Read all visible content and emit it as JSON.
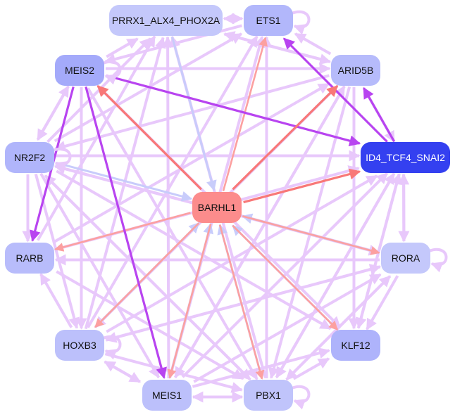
{
  "diagram": {
    "type": "gene-regulatory-network",
    "center_node": "BARHL1",
    "nodes": [
      {
        "id": "PRRX1_ALX4_PHOX2A",
        "label": "PRRX1_ALX4_PHOX2A",
        "fill": "#c4c8fb",
        "text": "#111111",
        "self_loop": false
      },
      {
        "id": "ETS1",
        "label": "ETS1",
        "fill": "#b2b7fb",
        "text": "#111111",
        "self_loop": true
      },
      {
        "id": "MEIS2",
        "label": "MEIS2",
        "fill": "#a4aafa",
        "text": "#111111",
        "self_loop": true
      },
      {
        "id": "ARID5B",
        "label": "ARID5B",
        "fill": "#b6bbfb",
        "text": "#111111",
        "self_loop": false
      },
      {
        "id": "NR2F2",
        "label": "NR2F2",
        "fill": "#b0b5fb",
        "text": "#111111",
        "self_loop": true
      },
      {
        "id": "ID4_TCF4_SNAI2",
        "label": "ID4_TCF4_SNAI2",
        "fill": "#3440f0",
        "text": "#ffffff",
        "self_loop": false
      },
      {
        "id": "BARHL1",
        "label": "BARHL1",
        "fill": "#fc8c8c",
        "text": "#111111",
        "self_loop": false
      },
      {
        "id": "RARB",
        "label": "RARB",
        "fill": "#b8bcfb",
        "text": "#111111",
        "self_loop": false
      },
      {
        "id": "RORA",
        "label": "RORA",
        "fill": "#c4c8fb",
        "text": "#111111",
        "self_loop": true
      },
      {
        "id": "HOXB3",
        "label": "HOXB3",
        "fill": "#bcc0fb",
        "text": "#111111",
        "self_loop": true
      },
      {
        "id": "KLF12",
        "label": "KLF12",
        "fill": "#aeb3fb",
        "text": "#111111",
        "self_loop": false
      },
      {
        "id": "MEIS1",
        "label": "MEIS1",
        "fill": "#bcc0fb",
        "text": "#111111",
        "self_loop": false
      },
      {
        "id": "PBX1",
        "label": "PBX1",
        "fill": "#c0c4fb",
        "text": "#111111",
        "self_loop": true
      }
    ],
    "edge_colors": {
      "light": "#e8c8fb",
      "strong": "#b844f0",
      "red": "#f87878",
      "salmon": "#fca0a0",
      "blue": "#c8ccfb"
    },
    "edges": [
      {
        "from": "BARHL1",
        "to": "ID4_TCF4_SNAI2",
        "kind": "red"
      },
      {
        "from": "BARHL1",
        "to": "ARID5B",
        "kind": "red"
      },
      {
        "from": "BARHL1",
        "to": "ETS1",
        "kind": "salmon"
      },
      {
        "from": "BARHL1",
        "to": "MEIS2",
        "kind": "red"
      },
      {
        "from": "BARHL1",
        "to": "RARB",
        "kind": "salmon"
      },
      {
        "from": "BARHL1",
        "to": "HOXB3",
        "kind": "salmon"
      },
      {
        "from": "BARHL1",
        "to": "MEIS1",
        "kind": "salmon"
      },
      {
        "from": "BARHL1",
        "to": "PBX1",
        "kind": "salmon"
      },
      {
        "from": "BARHL1",
        "to": "KLF12",
        "kind": "salmon"
      },
      {
        "from": "BARHL1",
        "to": "RORA",
        "kind": "salmon"
      },
      {
        "from": "PRRX1_ALX4_PHOX2A",
        "to": "BARHL1",
        "kind": "blue"
      },
      {
        "from": "NR2F2",
        "to": "BARHL1",
        "kind": "blue"
      },
      {
        "from": "HOXB3",
        "to": "BARHL1",
        "kind": "blue"
      },
      {
        "from": "MEIS1",
        "to": "BARHL1",
        "kind": "blue"
      },
      {
        "from": "PBX1",
        "to": "BARHL1",
        "kind": "blue"
      },
      {
        "from": "KLF12",
        "to": "BARHL1",
        "kind": "blue"
      },
      {
        "from": "RORA",
        "to": "BARHL1",
        "kind": "blue"
      },
      {
        "from": "MEIS2",
        "to": "ID4_TCF4_SNAI2",
        "kind": "strong"
      },
      {
        "from": "MEIS2",
        "to": "MEIS1",
        "kind": "strong"
      },
      {
        "from": "MEIS2",
        "to": "RARB",
        "kind": "strong"
      },
      {
        "from": "ID4_TCF4_SNAI2",
        "to": "ETS1",
        "kind": "strong"
      },
      {
        "from": "ID4_TCF4_SNAI2",
        "to": "ARID5B",
        "kind": "strong"
      },
      {
        "from": "MEIS2",
        "to": "PRRX1_ALX4_PHOX2A",
        "kind": "light"
      },
      {
        "from": "MEIS2",
        "to": "ARID5B",
        "kind": "light"
      },
      {
        "from": "MEIS2",
        "to": "NR2F2",
        "kind": "light"
      },
      {
        "from": "NR2F2",
        "to": "MEIS2",
        "kind": "light"
      },
      {
        "from": "MEIS2",
        "to": "HOXB3",
        "kind": "light"
      },
      {
        "from": "MEIS2",
        "to": "PBX1",
        "kind": "light"
      },
      {
        "from": "MEIS2",
        "to": "KLF12",
        "kind": "light"
      },
      {
        "from": "PRRX1_ALX4_PHOX2A",
        "to": "ARID5B",
        "kind": "light"
      },
      {
        "from": "ETS1",
        "to": "PRRX1_ALX4_PHOX2A",
        "kind": "light"
      },
      {
        "from": "ARID5B",
        "to": "PRRX1_ALX4_PHOX2A",
        "kind": "light"
      },
      {
        "from": "ARID5B",
        "to": "ETS1",
        "kind": "light"
      },
      {
        "from": "ARID5B",
        "to": "NR2F2",
        "kind": "light"
      },
      {
        "from": "ARID5B",
        "to": "HOXB3",
        "kind": "light"
      },
      {
        "from": "ARID5B",
        "to": "MEIS1",
        "kind": "light"
      },
      {
        "from": "ARID5B",
        "to": "PBX1",
        "kind": "light"
      },
      {
        "from": "ARID5B",
        "to": "KLF12",
        "kind": "light"
      },
      {
        "from": "ARID5B",
        "to": "ID4_TCF4_SNAI2",
        "kind": "light"
      },
      {
        "from": "ID4_TCF4_SNAI2",
        "to": "RORA",
        "kind": "light"
      },
      {
        "from": "RORA",
        "to": "ID4_TCF4_SNAI2",
        "kind": "light"
      },
      {
        "from": "NR2F2",
        "to": "ID4_TCF4_SNAI2",
        "kind": "light"
      },
      {
        "from": "NR2F2",
        "to": "RARB",
        "kind": "light"
      },
      {
        "from": "NR2F2",
        "to": "HOXB3",
        "kind": "light"
      },
      {
        "from": "NR2F2",
        "to": "MEIS1",
        "kind": "light"
      },
      {
        "from": "NR2F2",
        "to": "PBX1",
        "kind": "light"
      },
      {
        "from": "NR2F2",
        "to": "KLF12",
        "kind": "light"
      },
      {
        "from": "NR2F2",
        "to": "RORA",
        "kind": "light"
      },
      {
        "from": "NR2F2",
        "to": "PRRX1_ALX4_PHOX2A",
        "kind": "light"
      },
      {
        "from": "NR2F2",
        "to": "ETS1",
        "kind": "light"
      },
      {
        "from": "RARB",
        "to": "PRRX1_ALX4_PHOX2A",
        "kind": "light"
      },
      {
        "from": "RARB",
        "to": "ID4_TCF4_SNAI2",
        "kind": "light"
      },
      {
        "from": "RARB",
        "to": "PBX1",
        "kind": "light"
      },
      {
        "from": "RARB",
        "to": "ARID5B",
        "kind": "light"
      },
      {
        "from": "HOXB3",
        "to": "RARB",
        "kind": "light"
      },
      {
        "from": "HOXB3",
        "to": "MEIS1",
        "kind": "light"
      },
      {
        "from": "MEIS1",
        "to": "HOXB3",
        "kind": "light"
      },
      {
        "from": "HOXB3",
        "to": "PBX1",
        "kind": "light"
      },
      {
        "from": "HOXB3",
        "to": "ID4_TCF4_SNAI2",
        "kind": "light"
      },
      {
        "from": "HOXB3",
        "to": "RORA",
        "kind": "light"
      },
      {
        "from": "HOXB3",
        "to": "ETS1",
        "kind": "light"
      },
      {
        "from": "HOXB3",
        "to": "PRRX1_ALX4_PHOX2A",
        "kind": "light"
      },
      {
        "from": "MEIS1",
        "to": "PBX1",
        "kind": "light"
      },
      {
        "from": "PBX1",
        "to": "MEIS1",
        "kind": "light"
      },
      {
        "from": "MEIS1",
        "to": "ID4_TCF4_SNAI2",
        "kind": "light"
      },
      {
        "from": "MEIS1",
        "to": "RORA",
        "kind": "light"
      },
      {
        "from": "MEIS1",
        "to": "KLF12",
        "kind": "light"
      },
      {
        "from": "MEIS1",
        "to": "ARID5B",
        "kind": "light"
      },
      {
        "from": "MEIS1",
        "to": "PRRX1_ALX4_PHOX2A",
        "kind": "light"
      },
      {
        "from": "MEIS1",
        "to": "ETS1",
        "kind": "light"
      },
      {
        "from": "PBX1",
        "to": "ID4_TCF4_SNAI2",
        "kind": "light"
      },
      {
        "from": "PBX1",
        "to": "KLF12",
        "kind": "light"
      },
      {
        "from": "PBX1",
        "to": "RORA",
        "kind": "light"
      },
      {
        "from": "PBX1",
        "to": "PRRX1_ALX4_PHOX2A",
        "kind": "light"
      },
      {
        "from": "PBX1",
        "to": "ETS1",
        "kind": "light"
      },
      {
        "from": "PBX1",
        "to": "NR2F2",
        "kind": "light"
      },
      {
        "from": "KLF12",
        "to": "ID4_TCF4_SNAI2",
        "kind": "light"
      },
      {
        "from": "RORA",
        "to": "KLF12",
        "kind": "light"
      },
      {
        "from": "RORA",
        "to": "PBX1",
        "kind": "light"
      },
      {
        "from": "RORA",
        "to": "HOXB3",
        "kind": "light"
      },
      {
        "from": "RORA",
        "to": "NR2F2",
        "kind": "light"
      },
      {
        "from": "RORA",
        "to": "RARB",
        "kind": "light"
      },
      {
        "from": "ETS1",
        "to": "MEIS2",
        "kind": "light"
      },
      {
        "from": "PRRX1_ALX4_PHOX2A",
        "to": "ETS1",
        "kind": "light"
      },
      {
        "from": "ID4_TCF4_SNAI2",
        "to": "KLF12",
        "kind": "light"
      },
      {
        "from": "ID4_TCF4_SNAI2",
        "to": "PBX1",
        "kind": "light"
      }
    ]
  }
}
